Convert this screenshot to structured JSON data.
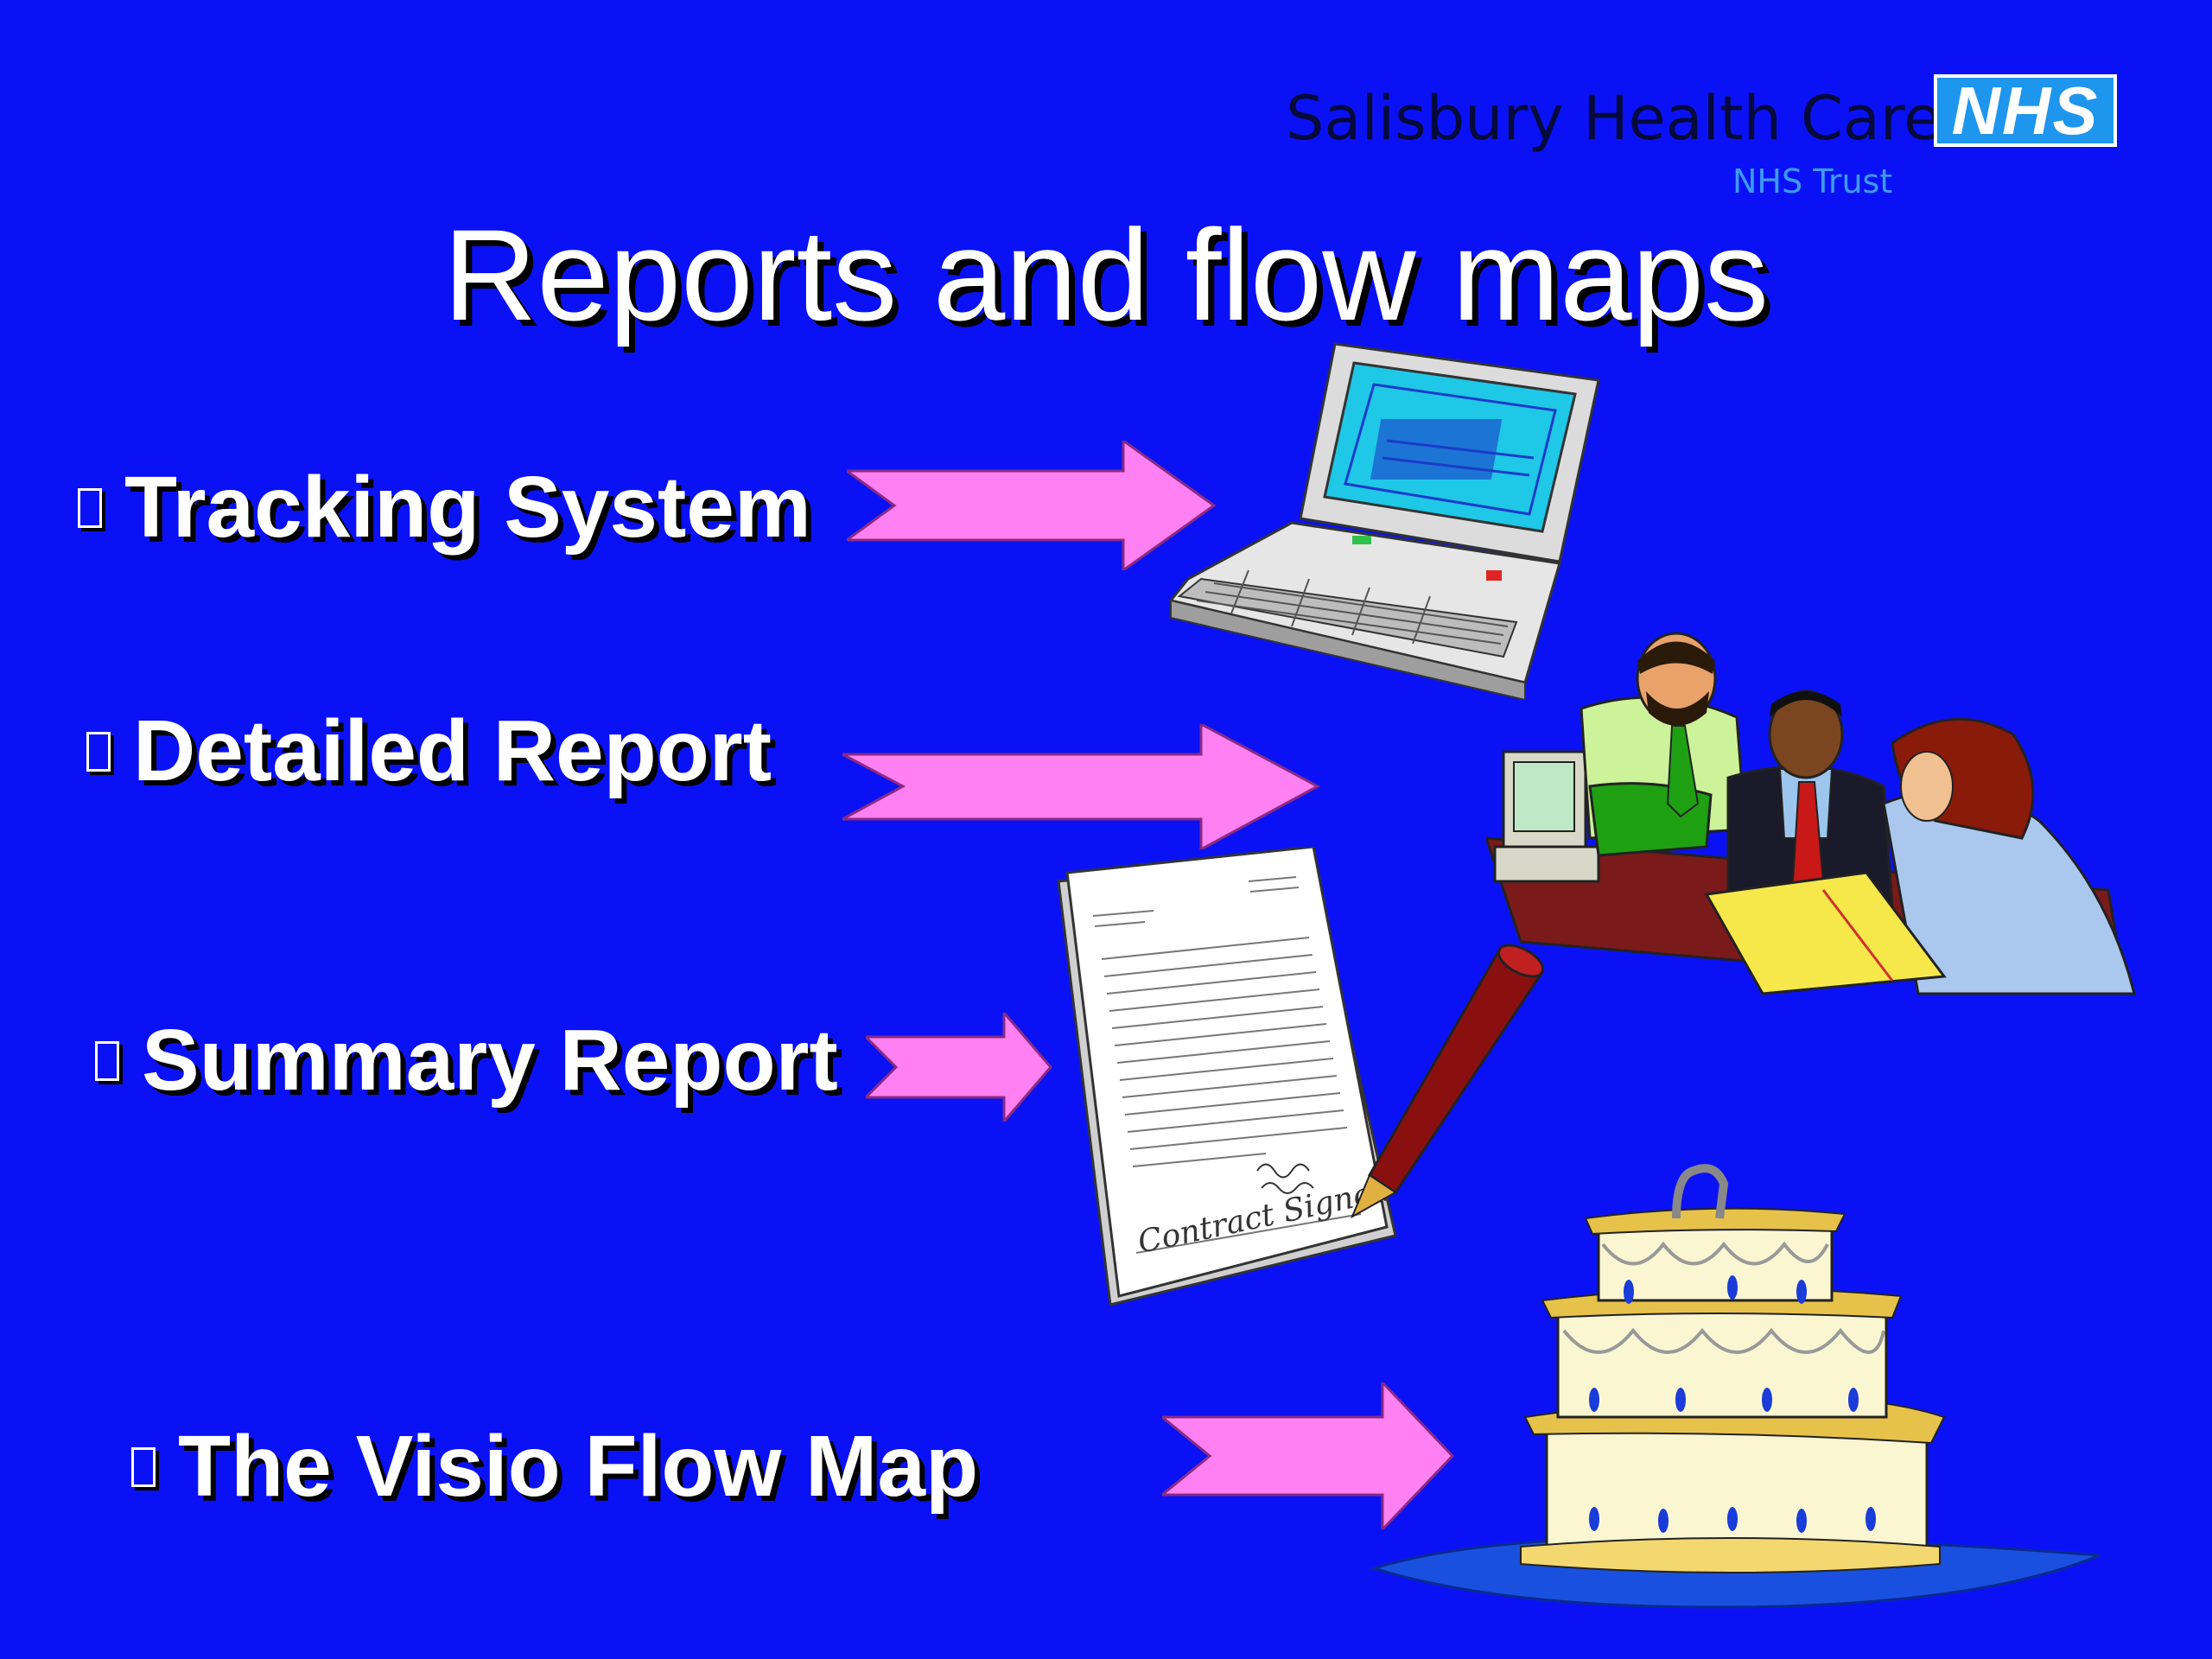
{
  "header": {
    "org_name": "Salisbury Health Care",
    "org_sub": "NHS Trust",
    "logo_text": "NHS"
  },
  "title": "Reports and flow maps",
  "bullets": [
    {
      "label": "Tracking System"
    },
    {
      "label": "Detailed Report"
    },
    {
      "label": "Summary Report"
    },
    {
      "label": "The Visio Flow Map"
    }
  ],
  "clipart": {
    "laptop": "laptop-icon",
    "meeting": "business-meeting-icon",
    "contract": "contract-document-icon",
    "contract_text": "Contract Signed",
    "cake": "wedding-cake-icon"
  },
  "colors": {
    "background": "#0a12f5",
    "arrow": "#ff80f2",
    "title": "#ffffff"
  }
}
